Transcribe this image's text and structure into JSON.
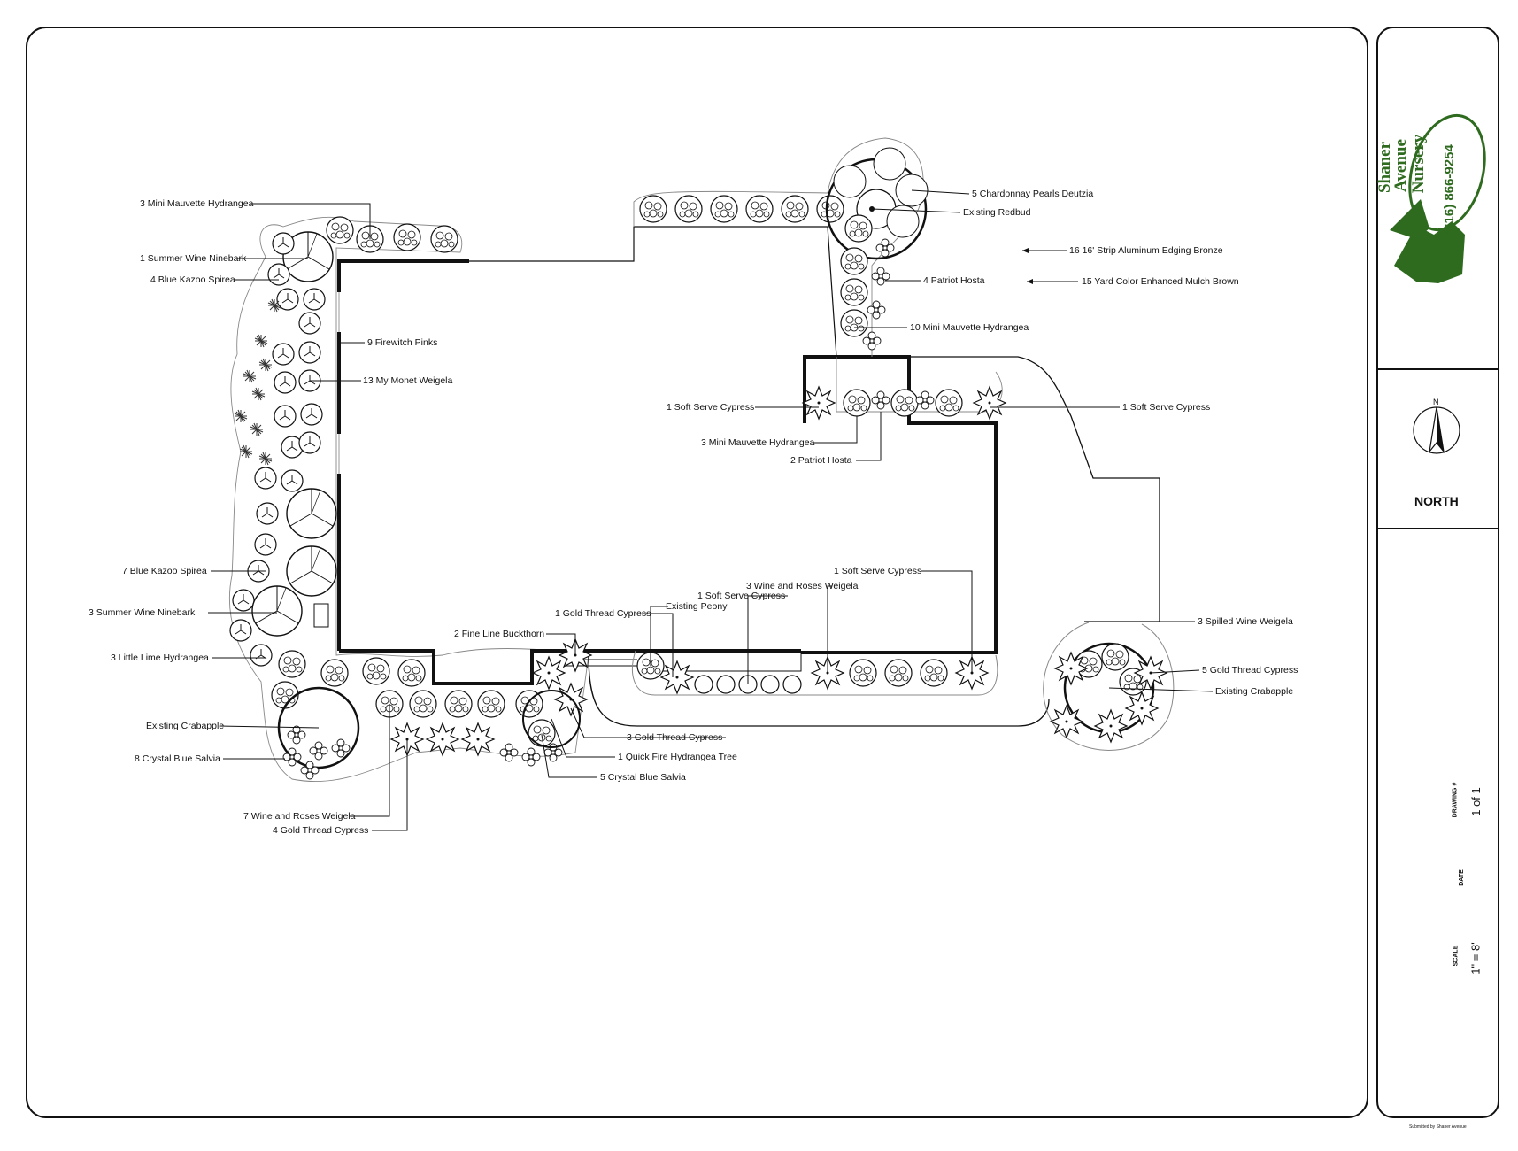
{
  "labels": {
    "mini_mauvette_3_top": "3 Mini Mauvette Hydrangea",
    "summer_wine_1": "1 Summer Wine Ninebark",
    "blue_kazoo_4": "4 Blue Kazoo Spirea",
    "firewitch_9": "9 Firewitch Pinks",
    "my_monet_13": "13 My Monet Weigela",
    "blue_kazoo_7": "7 Blue Kazoo Spirea",
    "summer_wine_3": "3 Summer Wine Ninebark",
    "little_lime_3": "3 Little Lime Hydrangea",
    "crabapple_left": "Existing Crabapple",
    "crystal_blue_8": "8 Crystal Blue Salvia",
    "wine_roses_7": "7 Wine and Roses Weigela",
    "gold_thread_4": "4 Gold Thread Cypress",
    "fine_line_2": "2 Fine Line Buckthorn",
    "gold_thread_1": "1 Gold Thread Cypress",
    "existing_peony": "Existing Peony",
    "soft_serve_1a": "1 Soft Serve Cypress",
    "wine_roses_3": "3 Wine and Roses Weigela",
    "soft_serve_1b": "1 Soft Serve Cypress",
    "gold_thread_3": "3 Gold Thread Cypress",
    "quick_fire_1": "1 Quick Fire Hydrangea Tree",
    "crystal_blue_5": "5 Crystal Blue Salvia",
    "spilled_wine_3": "3 Spilled Wine Weigela",
    "gold_thread_5": "5 Gold Thread Cypress",
    "crabapple_right": "Existing Crabapple",
    "chardonnay_5": "5 Chardonnay Pearls Deutzia",
    "existing_redbud": "Existing Redbud",
    "edging": "16 16' Strip Aluminum Edging Bronze",
    "mulch": "15 Yard Color Enhanced Mulch Brown",
    "patriot_hosta_4": "4 Patriot Hosta",
    "mini_mauvette_10": "10 Mini Mauvette Hydrangea",
    "soft_serve_left": "1 Soft Serve Cypress",
    "soft_serve_right": "1 Soft Serve Cypress",
    "mini_mauvette_3_mid": "3 Mini Mauvette Hydrangea",
    "patriot_hosta_2": "2 Patriot Hosta"
  },
  "title_block": {
    "company_line1": "Shaner",
    "company_line2": "Avenue",
    "company_line3": "Nursery",
    "phone": "(616) 866-9254",
    "north_arrow_letter": "N",
    "north_label": "NORTH",
    "drawing_label": "DRAWING #",
    "drawing_value": "1 of 1",
    "date_label": "DATE",
    "scale_label": "SCALE",
    "scale_value": "1\" = 8'",
    "footer": "Submitted by Shaner Avenue"
  },
  "colors": {
    "line": "#111111",
    "light_line": "#888888",
    "logo_green": "#2e6b1f"
  }
}
